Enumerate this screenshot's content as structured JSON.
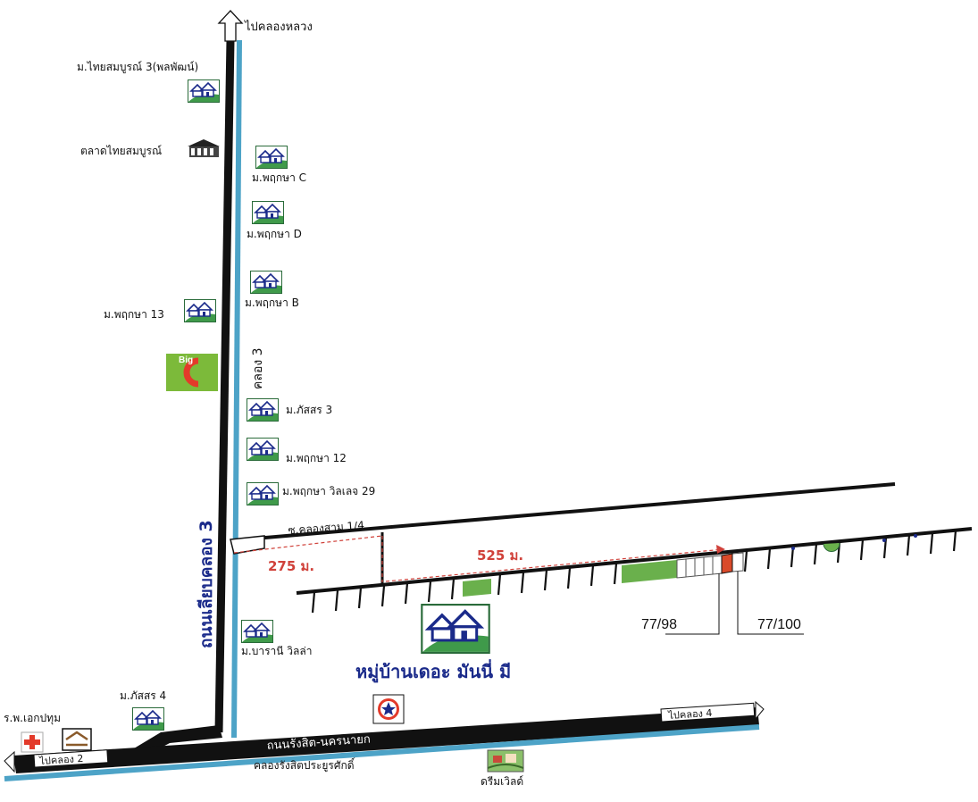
{
  "labels": {
    "to_khlong_luang": "ไปคลองหลวง",
    "thai_somboon_3": "ม.ไทยสมบูรณ์ 3(พลพัฒน์)",
    "talad_thai_somboon": "ตลาดไทยสมบูรณ์",
    "pruksa_c": "ม.พฤกษา C",
    "pruksa_d": "ม.พฤกษา D",
    "pruksa_b": "ม.พฤกษา B",
    "pruksa_13": "ม.พฤกษา 13",
    "passorn_3": "ม.ภัสสร 3",
    "pruksa_12": "ม.พฤกษา 12",
    "pruksa_village_29": "ม.พฤกษา วิลเลจ 29",
    "soi_khlong_sam": "ซ.คลองสาม 1/4",
    "barani_villa": "ม.บารานี วิลล่า",
    "passorn_4": "ม.ภัสสร 4",
    "hospital": "ร.พ.เอกปทุม",
    "dream_world": "ดรีมเวิลด์",
    "to_khlong_4": "ไปคลอง 4",
    "to_khlong_2": "ไปคลอง 2",
    "rangsit_nakhon_nayok_road": "ถนนรังสิต-นครนายก",
    "khlong_rangsit": "คลองรังสิตประยูรศักดิ์",
    "canal_3": "คลอง 3",
    "road_along_canal_3": "ถนนเลียบคลอง 3",
    "village_name": "หมู่บ้านเดอะ มันนี่ มี",
    "big_c": "Big",
    "dist_275": "275 ม.",
    "dist_525": "525 ม.",
    "plot_77_98": "77/98",
    "plot_77_100": "77/100"
  },
  "colors": {
    "road": "#111111",
    "canal": "#4da3c7",
    "distance": "#d0413a",
    "title": "#1a2a8a",
    "green_plot": "#6ab04c",
    "house_icon_bg": "#3f9a4a",
    "target_plot": "#d94a2a"
  },
  "icons": {
    "village": "house-icon",
    "market": "market-icon",
    "supermarket": "big-c-logo",
    "hospital": "hospital-cross-icon",
    "gas_station": "gas-station-icon",
    "amusement_park": "theme-park-icon",
    "north_arrow": "arrow-up-icon"
  }
}
